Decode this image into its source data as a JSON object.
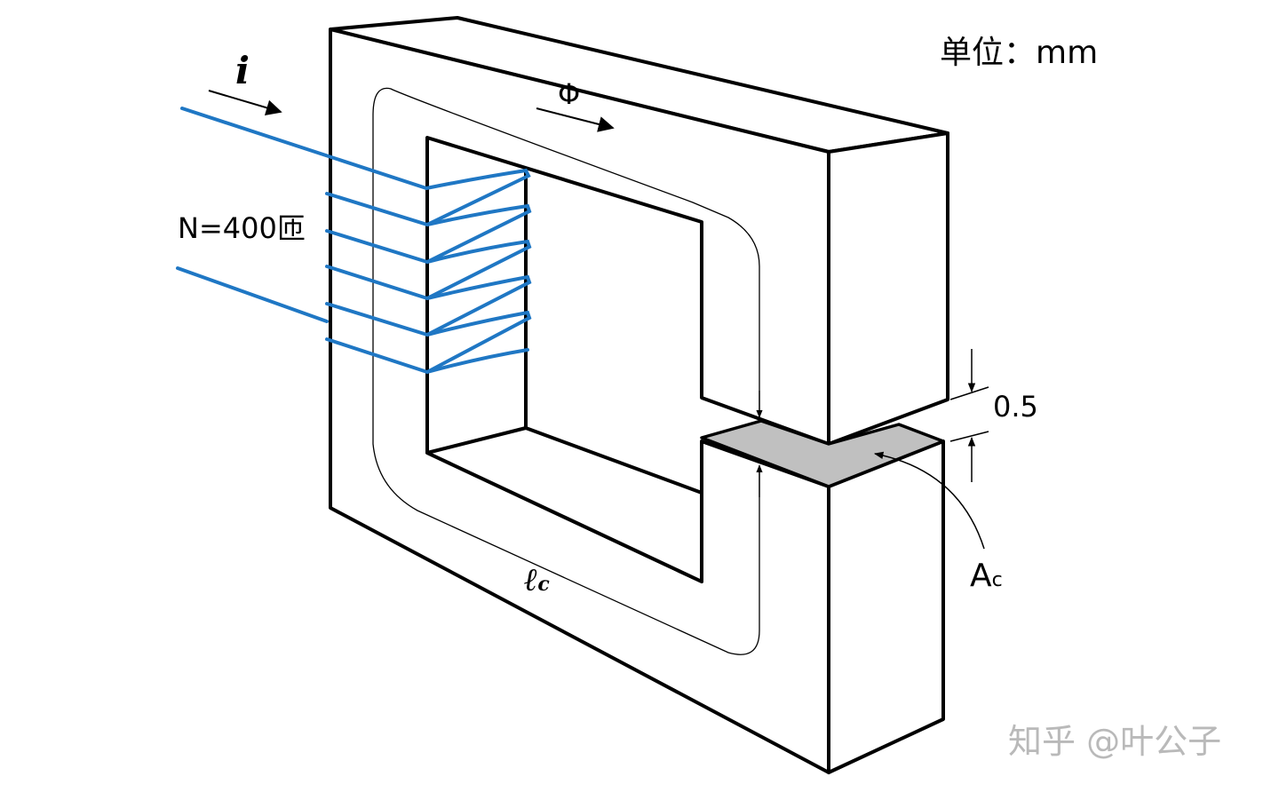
{
  "labels": {
    "current": "i",
    "flux": "Φ",
    "turns": "N=400匝",
    "unit": "单位：mm",
    "gap_value": "0.5",
    "area_main": "A",
    "area_sub": "c",
    "length_main": "ℓ",
    "length_sub": "c",
    "watermark": "知乎 @叶公子"
  },
  "colors": {
    "coil": "#1f77c4",
    "outline": "#000000",
    "gap_face": "#c0c0c0",
    "watermark": "#b9b9b9"
  }
}
